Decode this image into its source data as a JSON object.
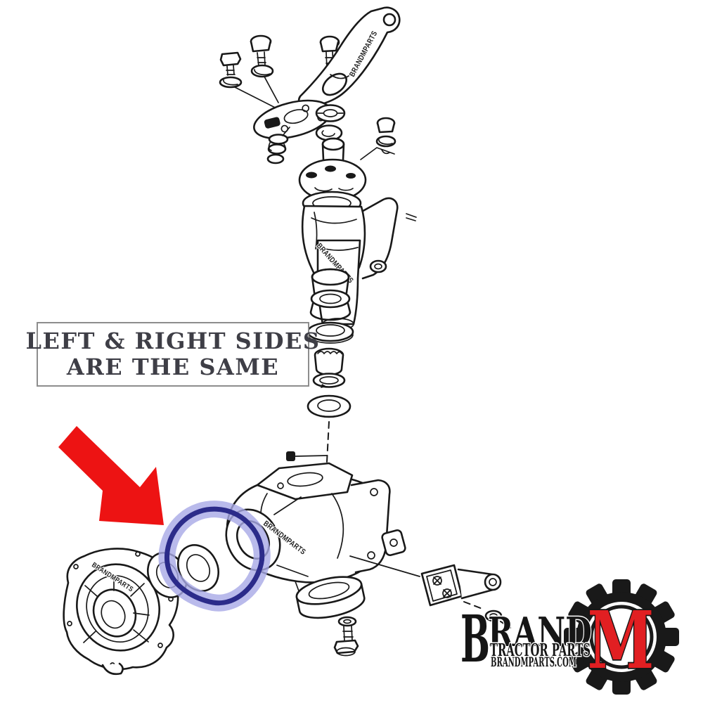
{
  "note": {
    "line1": "LEFT & RIGHT SIDES",
    "line2": "ARE THE SAME"
  },
  "watermark": {
    "text": "BRANDMPARTS"
  },
  "logo": {
    "brand_initial": "B",
    "brand_rest": "rand",
    "m_letter": "M",
    "m_color": "#e11f22",
    "tagline": "Tractor Parts",
    "website": "BrandMParts.com"
  },
  "annotations": {
    "arrow_color": "#ed1313",
    "highlight_outline": "#2b2b8a",
    "highlight_halo": "#a7a9e6"
  },
  "colors": {
    "line": "#191919",
    "background": "#ffffff",
    "note_text": "#3e3e46",
    "note_border": "#8d8d8d"
  }
}
